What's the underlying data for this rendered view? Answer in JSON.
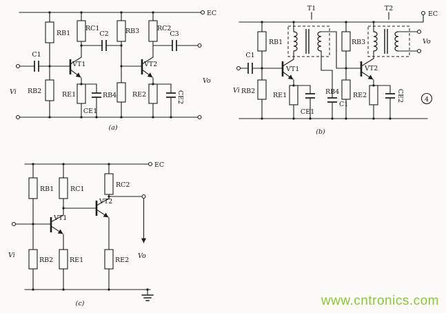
{
  "colors": {
    "ink": "#1c1c1c",
    "watermark_green": "#8cc63e"
  },
  "watermark": {
    "text": "www.cntronics.com"
  },
  "circuit_a": {
    "caption": "(a)",
    "labels": {
      "ec": "EC",
      "c1": "C1",
      "vi": "Vi",
      "rb1": "RB1",
      "rb2": "RB2",
      "rc1": "RC1",
      "c2": "C2",
      "rb3": "RB3",
      "rc2": "RC2",
      "c3": "C3",
      "vt1": "VT1",
      "vt2": "VT2",
      "re1": "RE1",
      "ce1": "CE1",
      "rb4": "RB4",
      "re2": "RE2",
      "ce2": "CE2",
      "vo": "Vo"
    }
  },
  "circuit_b": {
    "caption": "(b)",
    "badge": "4",
    "labels": {
      "t1": "T1",
      "t2": "T2",
      "ec": "EC",
      "c1_input": "C1",
      "vi": "Vi",
      "rb1": "RB1",
      "rb2": "RB2",
      "vt1": "VT1",
      "re1": "RE1",
      "ce1": "CE1",
      "c1_mid": "C1",
      "rb3": "RB3",
      "rb4": "RB4",
      "vt2": "VT2",
      "re2": "RE2",
      "ce2": "CE2",
      "vo": "Vo"
    }
  },
  "circuit_c": {
    "caption": "(c)",
    "labels": {
      "ec": "EC",
      "rb1": "RB1",
      "rc1": "RC1",
      "rc2": "RC2",
      "vt1": "VT1",
      "vt2": "VT2",
      "vi": "Vi",
      "rb2": "RB2",
      "re1": "RE1",
      "re2": "RE2",
      "vo": "Vo"
    }
  }
}
